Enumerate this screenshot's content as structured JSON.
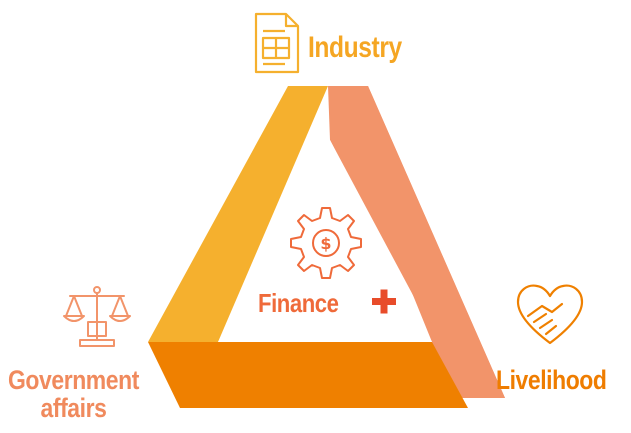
{
  "labels": {
    "top": "Industry",
    "left_line1": "Government",
    "left_line2": "affairs",
    "right": "Livelihood",
    "center": "Finance"
  },
  "icons": {
    "top": "document-icon",
    "left": "scales-of-justice-icon",
    "right": "handshake-heart-icon",
    "center": "gear-dollar-icon",
    "center_plus": "plus-icon"
  },
  "colors": {
    "left_band": "#f5b02e",
    "right_band": "#f2946a",
    "bottom_band": "#ef8000",
    "industry_text": "#f5a623",
    "gov_text": "#f08a5d",
    "livelihood_text": "#ef7d00",
    "finance_text": "#ef6a3a",
    "plus": "#e84c2a"
  }
}
